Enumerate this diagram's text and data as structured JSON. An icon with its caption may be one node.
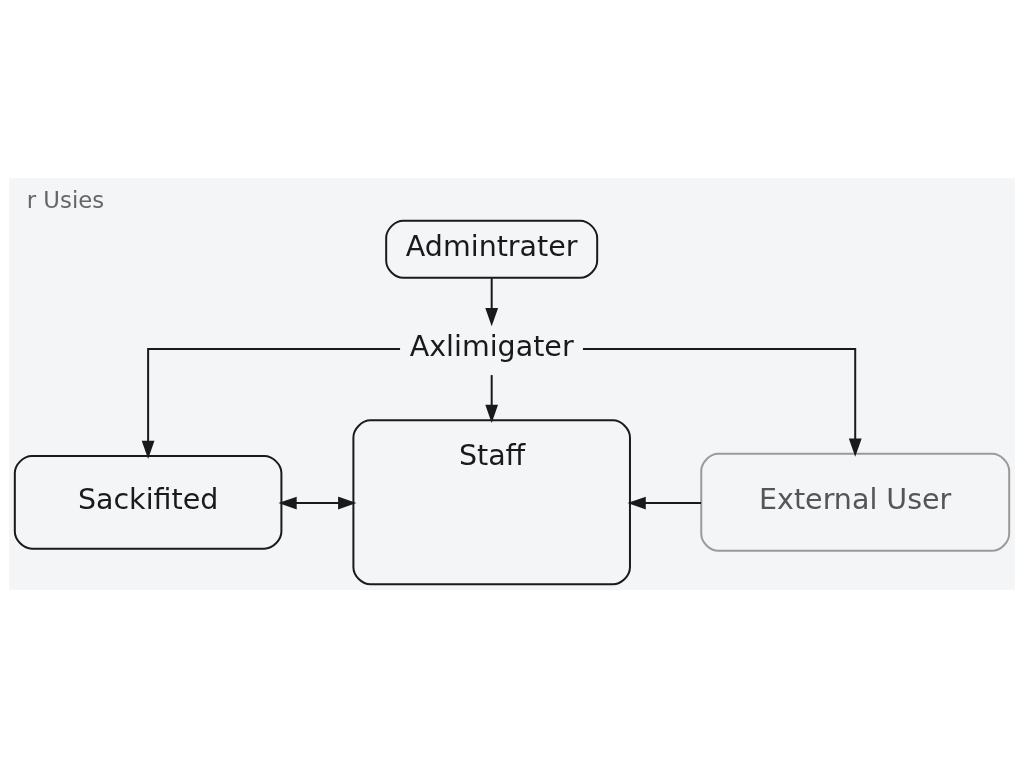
{
  "diagram": {
    "title": "r Usies",
    "nodes": [
      {
        "text": [
          "Admintrater"
        ]
      },
      {
        "text": [
          "Axlimigater"
        ]
      },
      {
        "text": [
          "Sackifited"
        ]
      },
      {
        "text": [
          "Staff"
        ]
      },
      {
        "text": [
          "External User"
        ]
      }
    ],
    "edges": [
      {
        "from": 0,
        "to": 1,
        "arrow": "to"
      },
      {
        "from": 1,
        "to": 2,
        "arrow": "to"
      },
      {
        "from": 1,
        "to": 3,
        "arrow": "to"
      },
      {
        "from": 1,
        "to": 4,
        "arrow": "to"
      },
      {
        "from": 2,
        "to": 3,
        "arrow": "both"
      },
      {
        "from": 4,
        "to": 3,
        "arrow": "to"
      }
    ]
  }
}
